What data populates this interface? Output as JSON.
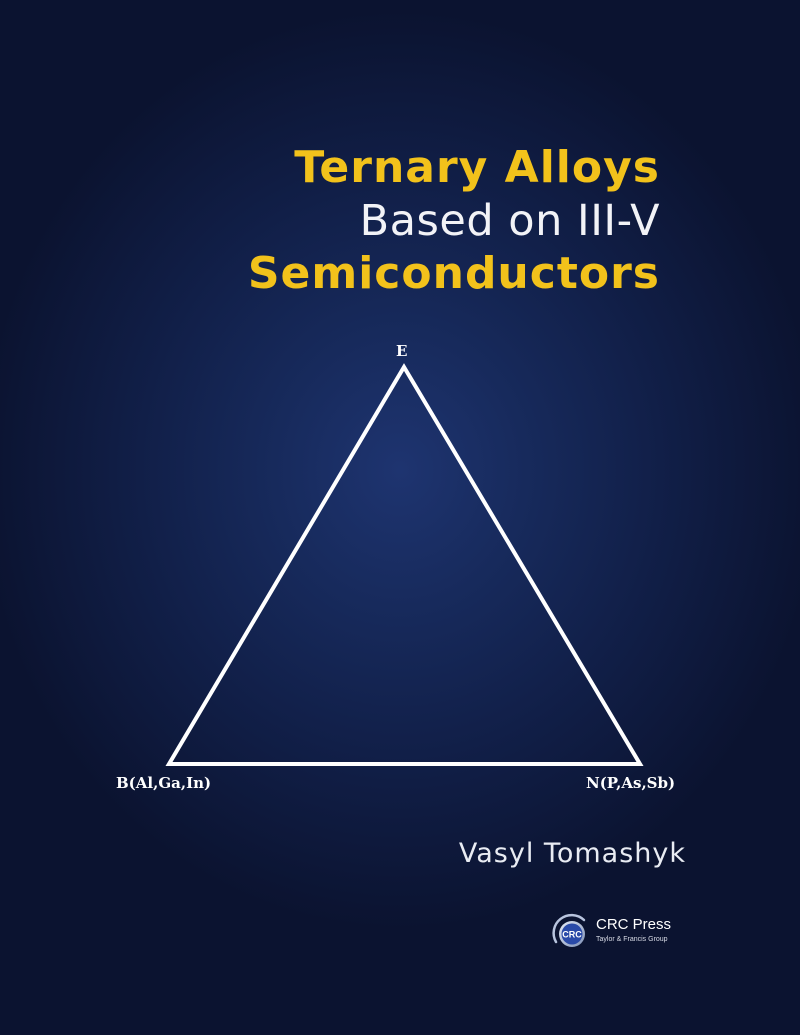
{
  "title": {
    "line1": "Ternary Alloys",
    "line2": "Based on III-V",
    "line3": "Semiconductors"
  },
  "diagram": {
    "vertex_top": "E",
    "vertex_left": "B(Al,Ga,In)",
    "vertex_right": "N(P,As,Sb)"
  },
  "author": "Vasyl Tomashyk",
  "publisher": {
    "logo_text": "CRC",
    "name": "CRC Press",
    "subtitle": "Taylor & Francis Group"
  },
  "colors": {
    "background": "#14244f",
    "title_accent": "#f2c21b",
    "title_secondary": "#f2f3f7",
    "triangle_line": "#ffffff"
  }
}
